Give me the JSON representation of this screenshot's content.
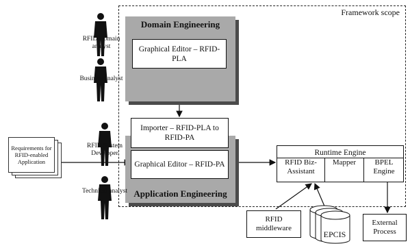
{
  "framework": {
    "label": "Framework scope"
  },
  "domain": {
    "title": "Domain Engineering",
    "editor_label": "Graphical Editor – RFID-PLA"
  },
  "application": {
    "title": "Application Engineering",
    "importer_label": "Importer – RFID-PLA to RFID-PA",
    "editor_label": "Graphical Editor – RFID-PA"
  },
  "runtime": {
    "title": "Runtime Engine",
    "cells": [
      "RFID Biz-Assistant",
      "Mapper",
      "BPEL Engine"
    ]
  },
  "actors": [
    {
      "label": "RFID Domain analyst"
    },
    {
      "label": "Business analyst"
    },
    {
      "label": "RFID System Developer"
    },
    {
      "label": "Technical analyst"
    }
  ],
  "requirements": {
    "label": "Requirements for RFID-enabled Application"
  },
  "middleware": {
    "label": "RFID middleware"
  },
  "epcis": {
    "label": "EPCIS"
  },
  "external": {
    "label": "External Process"
  }
}
